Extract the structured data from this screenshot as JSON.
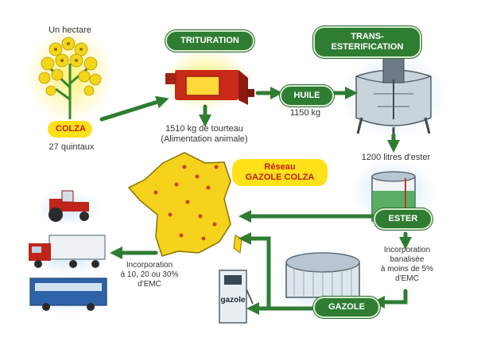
{
  "top": {
    "hectare": "Un hectare",
    "colza": "COLZA",
    "quintaux": "27 quintaux",
    "trituration": "TRITURATION",
    "tourteau_line1": "1510 kg de tourteau",
    "tourteau_line2": "(Alimentation animale)",
    "huile": "HUILE",
    "huile_kg": "1150 kg",
    "trans_line1": "TRANS-",
    "trans_line2": "ESTERIFICATION",
    "ester_litres": "1200 litres d'ester"
  },
  "middle": {
    "reseau_line1": "Réseau",
    "reseau_line2": "GAZOLE COLZA",
    "ester": "ESTER",
    "banal_line1": "Incorporation",
    "banal_line2": "banalisée",
    "banal_line3": "à moins de 5%",
    "banal_line4": "d'EMC",
    "gazole": "GAZOLE",
    "pump_label": "gazole",
    "incorp_line1": "Incorporation",
    "incorp_line2": "à 10, 20 ou 30%",
    "incorp_line3": "d'EMC"
  },
  "colors": {
    "green": "#2f7d32",
    "yellow": "#ffe11a",
    "red": "#c21d12",
    "france": "#f5d21c"
  }
}
